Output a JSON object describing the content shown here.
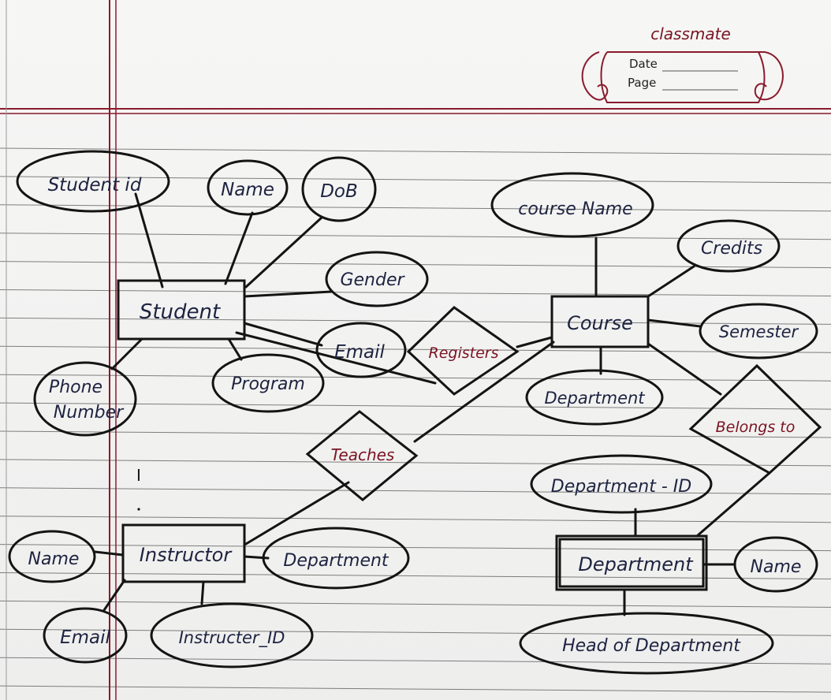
{
  "header": {
    "brand": "classmate",
    "date_label": "Date",
    "page_label": "Page"
  },
  "entities": {
    "student": "Student",
    "course": "Course",
    "instructor": "Instructor",
    "department": "Department"
  },
  "relationships": {
    "registers": "Registers",
    "teaches": "Teaches",
    "belongs_to": "Belongs to"
  },
  "attributes": {
    "student_id": "Student id",
    "student_name": "Name",
    "dob": "DoB",
    "gender": "Gender",
    "student_email": "Email",
    "program": "Program",
    "phone_number_line1": "Phone",
    "phone_number_line2": "Number",
    "course_name": "course Name",
    "credits": "Credits",
    "semester": "Semester",
    "course_department": "Department",
    "department_id": "Department - ID",
    "department_name": "Name",
    "head_of_department": "Head of Department",
    "instructor_name": "Name",
    "instructor_department": "Department",
    "instructor_email": "Email",
    "instructor_id": "Instructer_ID"
  },
  "stray_mark": "I",
  "colors": {
    "ink": "#141414",
    "blue_ink": "#1d2340",
    "red_ink": "#7a1422",
    "margin_line": "#8a1b2c",
    "ruled_line": "#1f1f1f"
  }
}
